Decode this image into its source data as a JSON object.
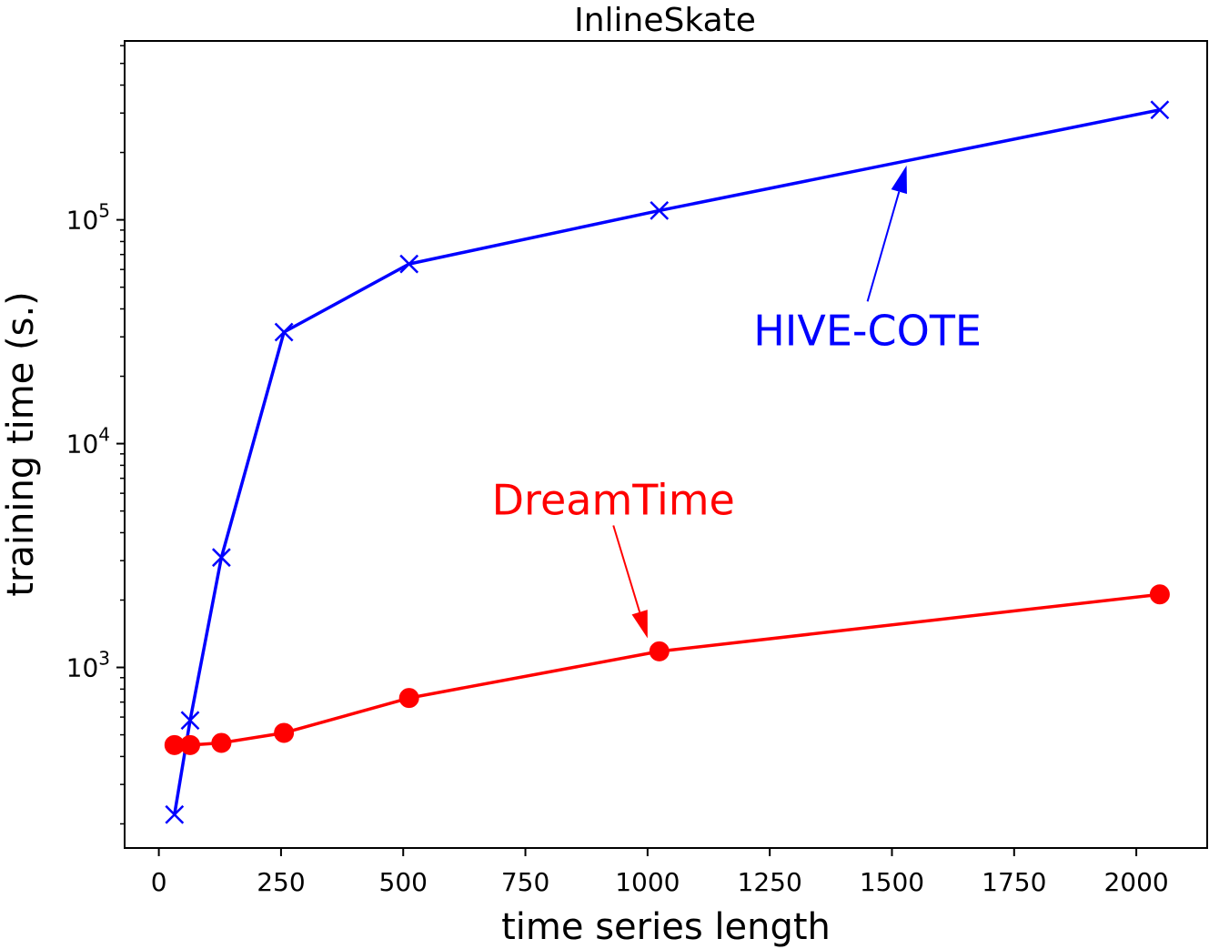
{
  "chart_data": {
    "type": "line",
    "title": "InlineSkate",
    "xlabel": "time series length",
    "ylabel": "training time (s.)",
    "yscale": "log",
    "xlim": [
      -70,
      2145
    ],
    "ylim": [
      156,
      630000
    ],
    "grid": false,
    "xticks": [
      {
        "value": 0,
        "label": "0"
      },
      {
        "value": 250,
        "label": "250"
      },
      {
        "value": 500,
        "label": "500"
      },
      {
        "value": 750,
        "label": "750"
      },
      {
        "value": 1000,
        "label": "1000"
      },
      {
        "value": 1250,
        "label": "1250"
      },
      {
        "value": 1500,
        "label": "1500"
      },
      {
        "value": 1750,
        "label": "1750"
      },
      {
        "value": 2000,
        "label": "2000"
      }
    ],
    "yticks": [
      {
        "value": 1000,
        "base": "10",
        "exp": "3"
      },
      {
        "value": 10000,
        "base": "10",
        "exp": "4"
      },
      {
        "value": 100000,
        "base": "10",
        "exp": "5"
      }
    ],
    "x": [
      32,
      64,
      128,
      256,
      512,
      1024,
      2048
    ],
    "series": [
      {
        "name": "HIVE-COTE",
        "color": "#0000ff",
        "marker": "x",
        "values": [
          220,
          580,
          3100,
          31500,
          63500,
          110000,
          310000
        ]
      },
      {
        "name": "DreamTime",
        "color": "#ff0000",
        "marker": "o",
        "values": [
          450,
          450,
          460,
          510,
          730,
          1180,
          2120
        ]
      }
    ],
    "annotations": [
      {
        "series": "HIVE-COTE",
        "text": "HIVE-COTE",
        "color": "#0000ff",
        "text_x": 1450,
        "text_y": 32000,
        "arrow_to_x": 1530,
        "arrow_to_y": 175000
      },
      {
        "series": "DreamTime",
        "text": "DreamTime",
        "color": "#ff0000",
        "text_x": 930,
        "text_y": 5600,
        "arrow_to_x": 1000,
        "arrow_to_y": 1350
      }
    ]
  }
}
